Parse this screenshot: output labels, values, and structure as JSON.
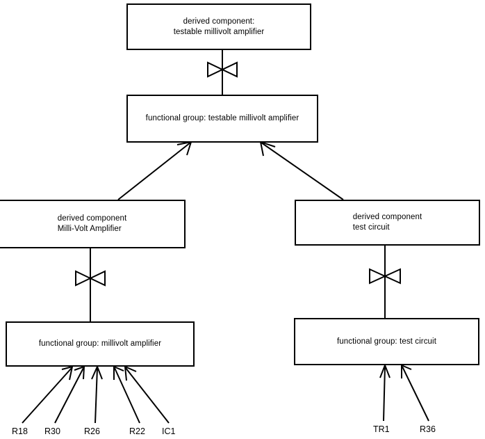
{
  "diagram": {
    "title": "derived component / functional group hierarchy",
    "stroke_color": "#000000",
    "background_color": "#ffffff",
    "nodes": [
      {
        "id": "derived-testable-millivolt-amplifier",
        "label": "derived component:\n testable millivolt amplifier",
        "kind": "derived component"
      },
      {
        "id": "fg-testable-millivolt-amplifier",
        "label": "functional group: testable millivolt amplifier",
        "kind": "functional group"
      },
      {
        "id": "derived-milli-volt-amplifier",
        "label": "derived component\nMilli-Volt Amplifier",
        "kind": "derived component"
      },
      {
        "id": "derived-test-circuit",
        "label": "derived component\ntest circuit",
        "kind": "derived component"
      },
      {
        "id": "fg-millivolt-amplifier",
        "label": "functional group: millivolt amplifier",
        "kind": "functional group"
      },
      {
        "id": "fg-test-circuit",
        "label": "functional group: test circuit",
        "kind": "functional group"
      }
    ],
    "leaf_labels": [
      {
        "id": "r18",
        "text": "R18"
      },
      {
        "id": "r30",
        "text": "R30"
      },
      {
        "id": "r26",
        "text": "R26"
      },
      {
        "id": "r22",
        "text": "R22"
      },
      {
        "id": "ic1",
        "text": "IC1"
      },
      {
        "id": "tr1",
        "text": "TR1"
      },
      {
        "id": "r36",
        "text": "R36"
      }
    ],
    "connectors": [
      {
        "id": "bowtie-top",
        "type": "bowtie-realization",
        "from": "derived-testable-millivolt-amplifier",
        "to": "fg-testable-millivolt-amplifier"
      },
      {
        "id": "bowtie-left",
        "type": "bowtie-realization",
        "from": "derived-milli-volt-amplifier",
        "to": "fg-millivolt-amplifier"
      },
      {
        "id": "bowtie-right",
        "type": "bowtie-realization",
        "from": "derived-test-circuit",
        "to": "fg-test-circuit"
      },
      {
        "id": "arrow-left-to-top",
        "type": "open-arrow",
        "from": "derived-milli-volt-amplifier",
        "to": "fg-testable-millivolt-amplifier"
      },
      {
        "id": "arrow-right-to-top",
        "type": "open-arrow",
        "from": "derived-test-circuit",
        "to": "fg-testable-millivolt-amplifier"
      },
      {
        "id": "arrow-r18",
        "type": "open-arrow",
        "from": "r18",
        "to": "fg-millivolt-amplifier"
      },
      {
        "id": "arrow-r30",
        "type": "open-arrow",
        "from": "r30",
        "to": "fg-millivolt-amplifier"
      },
      {
        "id": "arrow-r26",
        "type": "open-arrow",
        "from": "r26",
        "to": "fg-millivolt-amplifier"
      },
      {
        "id": "arrow-r22",
        "type": "open-arrow",
        "from": "r22",
        "to": "fg-millivolt-amplifier"
      },
      {
        "id": "arrow-ic1",
        "type": "open-arrow",
        "from": "ic1",
        "to": "fg-millivolt-amplifier"
      },
      {
        "id": "arrow-tr1",
        "type": "open-arrow",
        "from": "tr1",
        "to": "fg-test-circuit"
      },
      {
        "id": "arrow-r36",
        "type": "open-arrow",
        "from": "r36",
        "to": "fg-test-circuit"
      }
    ]
  }
}
